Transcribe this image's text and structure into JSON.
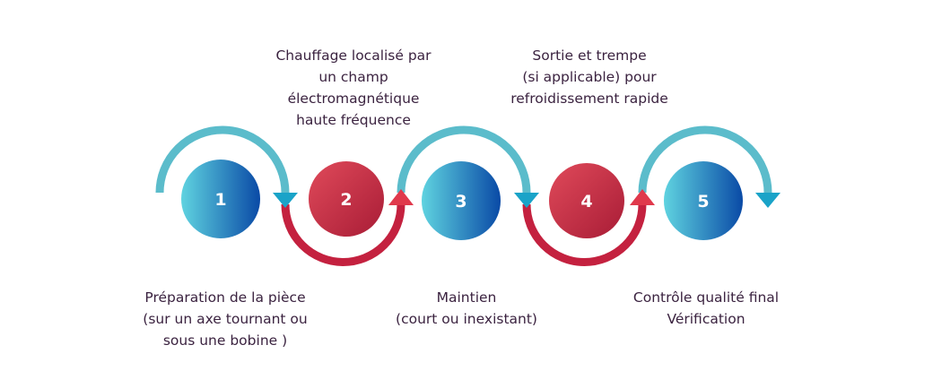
{
  "steps": [
    {
      "number": "1",
      "label": "Préparation de la pièce\n(sur un axe tournant ou\nsous une bobine )",
      "position": "bottom"
    },
    {
      "number": "2",
      "label": "Chauffage localisé par\nun champ\nélectromagnétique\nhaute fréquence",
      "position": "top"
    },
    {
      "number": "3",
      "label": "Maintien\n(court ou inexistant)",
      "position": "bottom"
    },
    {
      "number": "4",
      "label": "Sortie et trempe\n(si applicable) pour\nrefroidissement rapide",
      "position": "top"
    },
    {
      "number": "5",
      "label": "Contrôle qualité final\nVérification",
      "position": "bottom"
    }
  ],
  "colors": {
    "blue_light": "#5fd3e0",
    "blue_dark": "#0a4aa6",
    "red_light": "#e04a5a",
    "red_dark": "#a81c36",
    "teal_arc": "#5bbccb",
    "red_arc": "#c4213f",
    "text": "#3b2340"
  }
}
